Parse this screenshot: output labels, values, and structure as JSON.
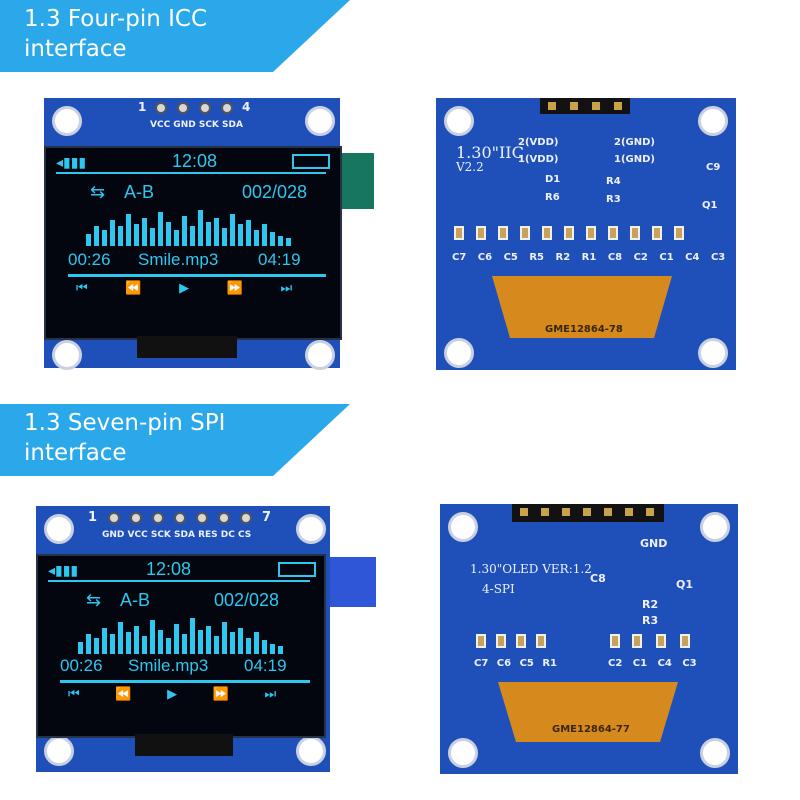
{
  "banners": [
    {
      "line1": "1.3 Four-pin ICC",
      "line2": "interface"
    },
    {
      "line1": "1.3 Seven-pin SPI",
      "line2": "interface"
    }
  ],
  "screen": {
    "time": "12:08",
    "ab": "A-B",
    "track": "002/028",
    "elapsed": "00:26",
    "file": "Smile.mp3",
    "total": "04:19",
    "controls": "⏮ ⏪ ▶ ⏩ ⏭"
  },
  "iic_front": {
    "pin_first": "1",
    "pin_last": "4",
    "pins": "VCC GND SCK SDA"
  },
  "iic_back": {
    "model": "1.30\"IIC",
    "version": "V2.2",
    "lines": [
      "2(VDD)",
      "1(VDD)",
      "2(GND)",
      "1(GND)"
    ],
    "parts": [
      "C9",
      "D1",
      "R6",
      "R4",
      "R3",
      "Q1"
    ],
    "caps": [
      "C7",
      "C6",
      "C5",
      "R5",
      "R2",
      "R1",
      "C8",
      "C2",
      "C1",
      "C4",
      "C3"
    ],
    "flex_label": "GME12864-78"
  },
  "spi_front": {
    "pin_first": "1",
    "pin_last": "7",
    "pins": "GND VCC SCK SDA RES DC CS"
  },
  "spi_back": {
    "model": "1.30\"OLED VER:1.2",
    "mode": "4-SPI",
    "gnd": "GND",
    "parts": [
      "C8",
      "Q1",
      "R2",
      "R3"
    ],
    "caps": [
      "C7",
      "C6",
      "C5",
      "R1",
      "C2",
      "C1",
      "C4",
      "C3"
    ],
    "flex_label": "GME12864-77"
  },
  "colors": {
    "banner": "#2aa8ea",
    "pcb": "#1f4fb8",
    "oled_text": "#2ec7ef",
    "flex": "#d68a1e",
    "tab_iic": "#17775e",
    "tab_spi": "#2f56d6"
  }
}
